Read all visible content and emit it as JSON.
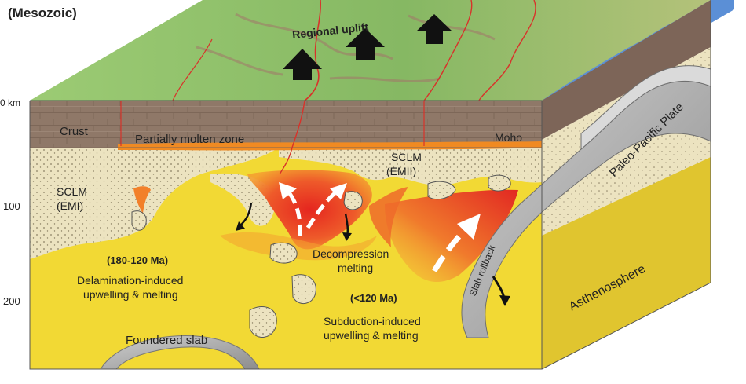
{
  "title": "(Mesozoic)",
  "depth_axis": {
    "unit_label": "0 km",
    "ticks": [
      "100",
      "200"
    ]
  },
  "labels": {
    "regional_uplift": "Regional  uplift",
    "crust": "Crust",
    "partially_molten_zone": "Partially molten zone",
    "moho": "Moho",
    "sclm_emii_line1": "SCLM",
    "sclm_emii_line2": "(EMII)",
    "sclm_emi_line1": "SCLM",
    "sclm_emi_line2": "(EMI)",
    "age_old": "(180-120 Ma)",
    "delamination_line1": "Delamination-induced",
    "delamination_line2": "upwelling & melting",
    "decompression_line1": "Decompression",
    "decompression_line2": "melting",
    "age_young": "(<120 Ma)",
    "subduction_line1": "Subduction-induced",
    "subduction_line2": "upwelling & melting",
    "foundered_slab": "Foundered slab",
    "slab_rollback": "Slab rollback",
    "paleo_pacific_plate": "Paleo-Pacific Plate",
    "asthenosphere": "Asthenosphere"
  },
  "colors": {
    "asthenosphere": "#f2d934",
    "sclm": "#ece3c0",
    "crust": "#8f7868",
    "melt_red": "#e8332a",
    "melt_orange": "#f39a2a",
    "slab_gray": "#a9a9a9",
    "sea": "#5b8fd6",
    "land": "#8fbf6a"
  }
}
